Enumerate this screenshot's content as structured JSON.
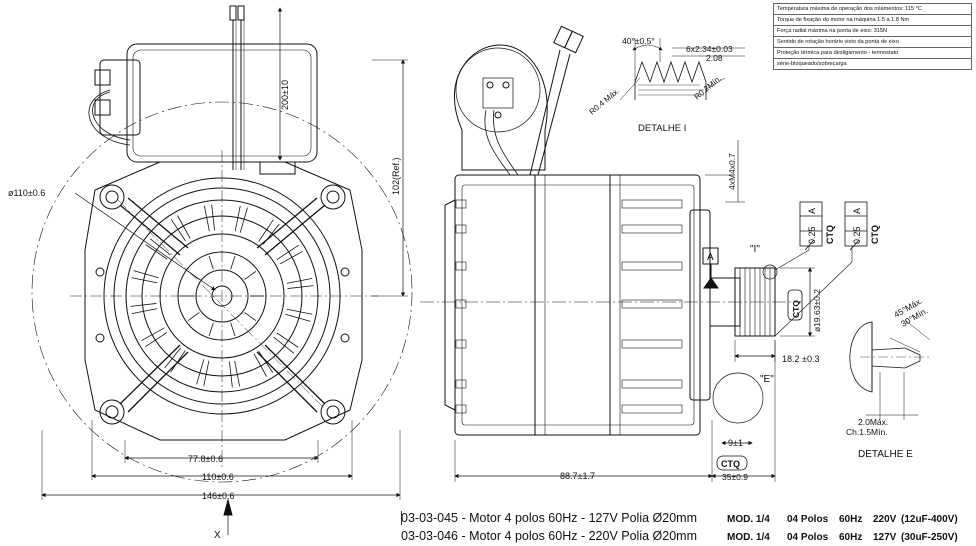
{
  "spec_table": {
    "rows": [
      "Temperatura máxima de operação dos rolamentos: 115 °C",
      "Torque de fixação do  motor na máquina 1.5 a 1.8 Nm",
      "Força radial máxima na ponta de eixo: 315N",
      "Sentido de rotação horário visto da ponta de eixo",
      "Proteção térmica para desligamento - termostato",
      "série-bloqueado/sobrecarga"
    ]
  },
  "front_view": {
    "dim_diameter": "ø110±0.6",
    "dim_lead": "200±10",
    "dim_height": "102(Ref.)",
    "dim_width_inner": "77.8±0.6",
    "dim_width_mid": "110±0.6",
    "dim_width_outer": "146±0.6",
    "axis_marker": "X"
  },
  "side_view": {
    "datum_a": "A",
    "dim_holes": "4xM4x0.7",
    "tol_value": "0.25",
    "tol_datum": "A",
    "tol_ctq": "CTQ",
    "dim_pulley_dia": "ø19.63±0.2",
    "ctq_label": "CTQ",
    "detail_i_ref": "\"I\"",
    "detail_e_ref": "\"E\"",
    "dim_pulley_len": "18.2 ±0.3",
    "dim_small": "9±1",
    "dim_length": "88.7±1.7",
    "dim_shaft": "35±0.9",
    "ctq_bottom": "CTQ"
  },
  "detail_i": {
    "title": "DETALHE  I",
    "angle": "40°±0.5°",
    "pitch": "6x2.34±0.03",
    "depth": "2.08",
    "r_max": "R0.4 Máx.",
    "r_min": "R0.2Mín."
  },
  "detail_e": {
    "title": "DETALHE  E",
    "angle_max": "45°Máx.",
    "angle_min": "30°Mín.",
    "chamfer_max": "2.0Máx.",
    "chamfer_min": "Ch.1.5Mín."
  },
  "footer": {
    "rows": [
      {
        "desc": "03-03-045 - Motor 4 polos 60Hz - 127V Polia Ø20mm",
        "mod": "MOD. 1/4",
        "poles": "04 Polos",
        "hz": "60Hz",
        "volt": "220V",
        "cap": "(12uF-400V)"
      },
      {
        "desc": "03-03-046 - Motor 4 polos 60Hz - 220V Polia Ø20mm",
        "mod": "MOD. 1/4",
        "poles": "04 Polos",
        "hz": "60Hz",
        "volt": "127V",
        "cap": "(30uF-250V)"
      }
    ]
  }
}
